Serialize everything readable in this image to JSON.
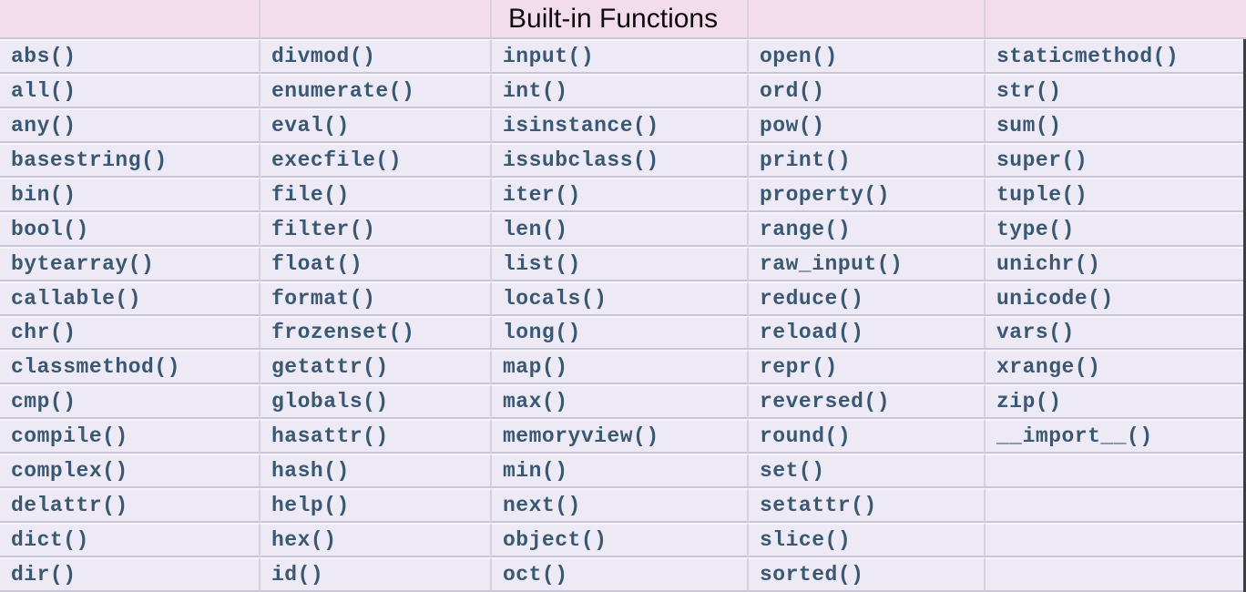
{
  "header": {
    "title": "Built-in Functions"
  },
  "colors": {
    "page_bg": "#edeaf6",
    "header_bg": "#f3ddec",
    "row_bg": "#edeaf6",
    "row_gap": "#f6f4fb",
    "separator": "#cbc5d8",
    "col_separator": "#d6d0e0",
    "function_text": "#3a5872",
    "title_text": "#0d0d0d",
    "edge_strip": "#3e3e3e"
  },
  "table": {
    "rows": [
      [
        "abs()",
        "divmod()",
        "input()",
        "open()",
        "staticmethod()"
      ],
      [
        "all()",
        "enumerate()",
        "int()",
        "ord()",
        "str()"
      ],
      [
        "any()",
        "eval()",
        "isinstance()",
        "pow()",
        "sum()"
      ],
      [
        "basestring()",
        "execfile()",
        "issubclass()",
        "print()",
        "super()"
      ],
      [
        "bin()",
        "file()",
        "iter()",
        "property()",
        "tuple()"
      ],
      [
        "bool()",
        "filter()",
        "len()",
        "range()",
        "type()"
      ],
      [
        "bytearray()",
        "float()",
        "list()",
        "raw_input()",
        "unichr()"
      ],
      [
        "callable()",
        "format()",
        "locals()",
        "reduce()",
        "unicode()"
      ],
      [
        "chr()",
        "frozenset()",
        "long()",
        "reload()",
        "vars()"
      ],
      [
        "classmethod()",
        "getattr()",
        "map()",
        "repr()",
        "xrange()"
      ],
      [
        "cmp()",
        "globals()",
        "max()",
        "reversed()",
        "zip()"
      ],
      [
        "compile()",
        "hasattr()",
        "memoryview()",
        "round()",
        "__import__()"
      ],
      [
        "complex()",
        "hash()",
        "min()",
        "set()",
        ""
      ],
      [
        "delattr()",
        "help()",
        "next()",
        "setattr()",
        ""
      ],
      [
        "dict()",
        "hex()",
        "object()",
        "slice()",
        ""
      ],
      [
        "dir()",
        "id()",
        "oct()",
        "sorted()",
        ""
      ]
    ]
  }
}
